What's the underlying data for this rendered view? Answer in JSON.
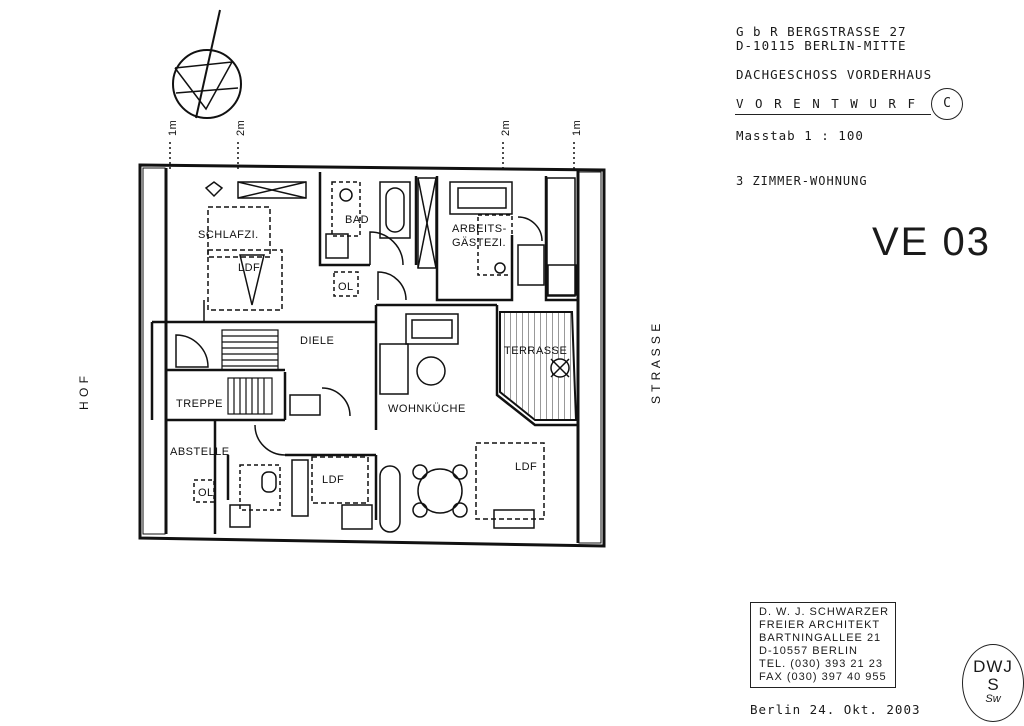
{
  "title_block": {
    "client_line1": "G b R  BERGSTRASSE  27",
    "client_line2": "D-10115  BERLIN-MITTE",
    "floor": "DACHGESCHOSS  VORDERHAUS",
    "stage": "V O R E N T W U R F",
    "revision": "C",
    "scale": "Masstab  1 : 100",
    "unit_type": "3 ZIMMER-WOHNUNG",
    "drawing_number": "VE 03"
  },
  "rooms": {
    "schlafzi": "SCHLAFZI.",
    "ldf": "LDF",
    "bad": "BAD",
    "arbeits": "ARBEITS-",
    "gaestezi": "GÄSTEZI.",
    "ol": "OL",
    "diele": "DIELE",
    "terrasse": "TERRASSE",
    "treppe": "TREPPE",
    "wohnkueche": "WOHNKÜCHE",
    "abstelle": "ABSTELLE"
  },
  "orientation": {
    "hof": "H O F",
    "strasse": "S T R A S S E"
  },
  "dimension_marks": {
    "left_1m": "1m",
    "left_2m": "2m",
    "right_2m": "2m",
    "right_1m": "1m"
  },
  "architect_stamp": {
    "line1": "D. W. J. SCHWARZER",
    "line2": "FREIER  ARCHITEKT",
    "line3": "BARTNINGALLEE 21",
    "line4": "D-10557  BERLIN",
    "line5": "TEL. (030) 393 21 23",
    "line6": "FAX (030) 397 40 955"
  },
  "seal": {
    "top": "DWJ",
    "middle": "S",
    "bottom": "Sw"
  },
  "date_line": "Berlin  24. Okt. 2003"
}
